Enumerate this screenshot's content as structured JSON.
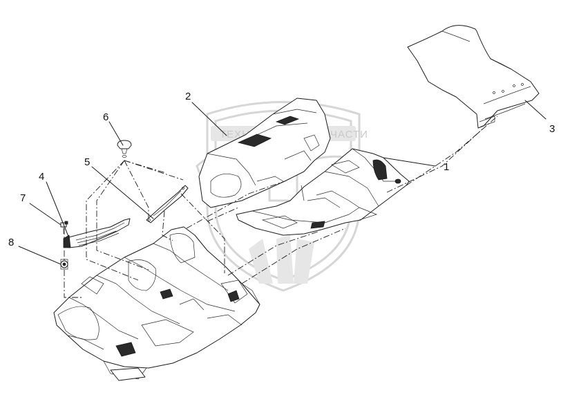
{
  "diagram": {
    "callouts": [
      {
        "id": "1",
        "label": "1"
      },
      {
        "id": "2",
        "label": "2"
      },
      {
        "id": "3",
        "label": "3"
      },
      {
        "id": "4",
        "label": "4"
      },
      {
        "id": "5",
        "label": "5"
      },
      {
        "id": "6",
        "label": "6"
      },
      {
        "id": "7",
        "label": "7"
      },
      {
        "id": "8",
        "label": "8"
      }
    ],
    "watermark": {
      "text": "ТЕХНИЧЕСКИЕ ЗАПЧАСТИ",
      "emblem_icon": "shield-emblem-icon"
    }
  }
}
